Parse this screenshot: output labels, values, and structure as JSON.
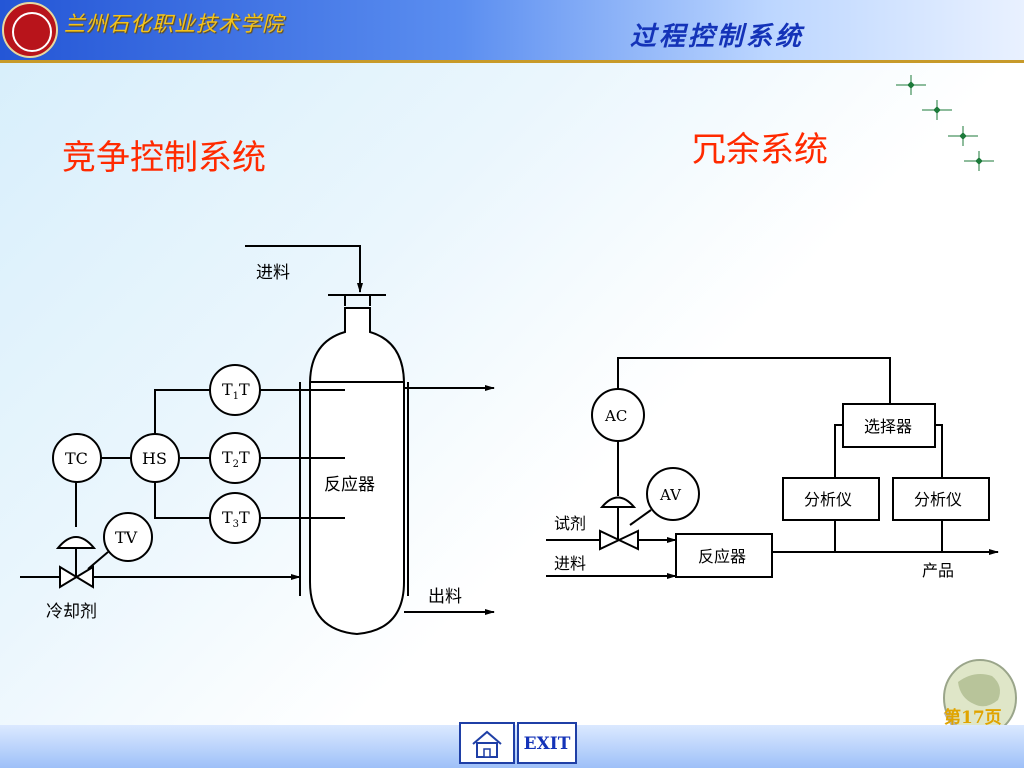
{
  "header": {
    "school_name": "兰州石化职业技术学院",
    "course_title": "过程控制系统"
  },
  "titles": {
    "left": "竞争控制系统",
    "right": "冗余系统"
  },
  "left_diagram": {
    "feed_in": "进料",
    "reactor": "反应器",
    "product_out": "出料",
    "coolant": "冷却剂",
    "instruments": {
      "tc": "TC",
      "hs": "HS",
      "tv": "TV",
      "t1_main": "T",
      "t1_sub": "1",
      "t1_end": "T",
      "t2_main": "T",
      "t2_sub": "2",
      "t2_end": "T",
      "t3_main": "T",
      "t3_sub": "3",
      "t3_end": "T"
    }
  },
  "right_diagram": {
    "ac": "AC",
    "av": "AV",
    "selector": "选择器",
    "analyzer_1": "分析仪",
    "analyzer_2": "分析仪",
    "reagent": "试剂",
    "feed_in": "进料",
    "reactor": "反应器",
    "product": "产品"
  },
  "footer": {
    "page": "第17页",
    "exit_label": "EXIT"
  },
  "colors": {
    "title_red": "#ff2a00",
    "header_blue": "#2456d6",
    "course_blue": "#1433b8",
    "school_gold": "#f3c31b"
  }
}
